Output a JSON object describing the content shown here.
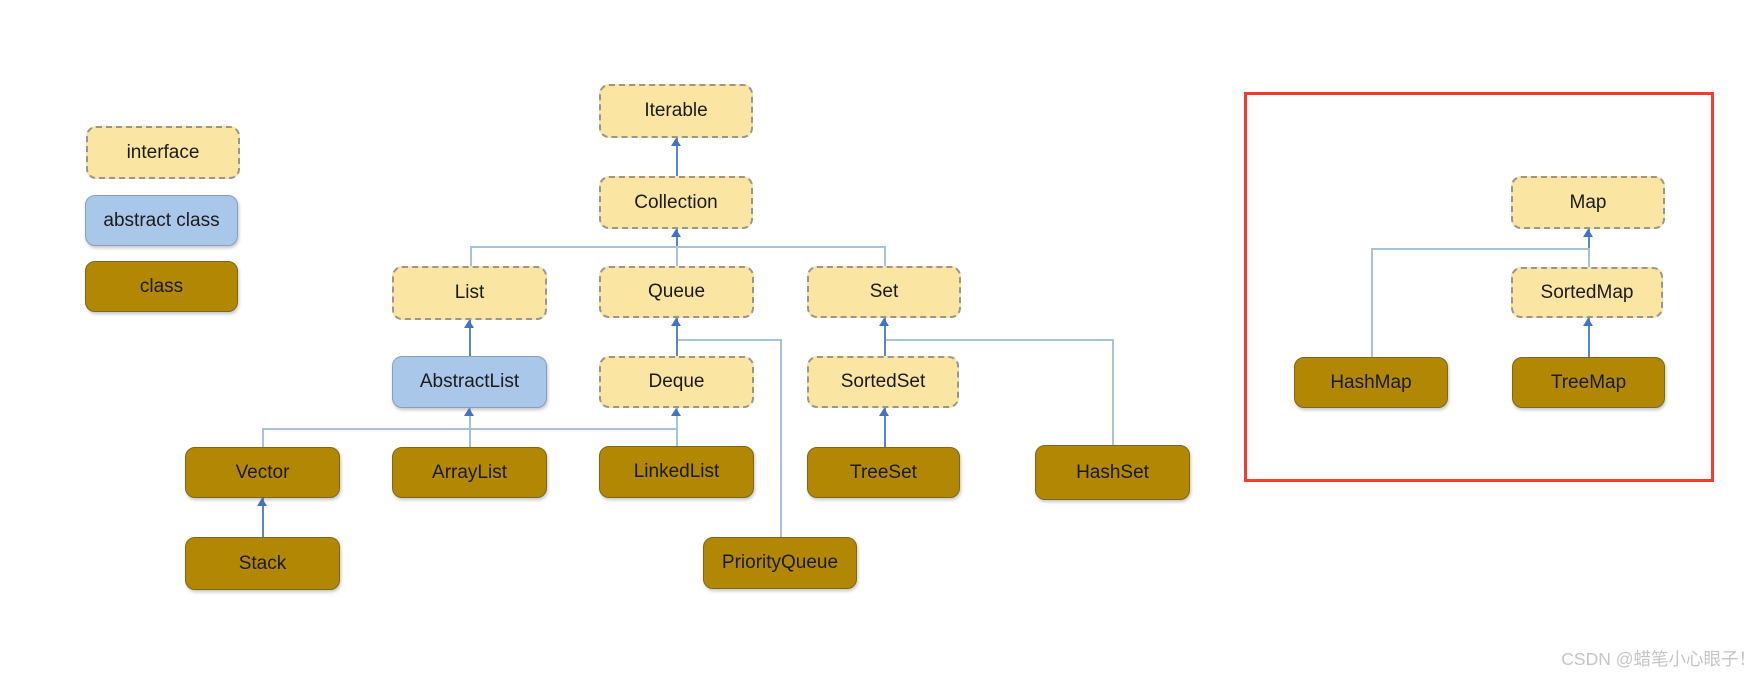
{
  "legend": {
    "items": [
      {
        "label": "interface",
        "kind": "interface"
      },
      {
        "label": "abstract class",
        "kind": "abstract class"
      },
      {
        "label": "class",
        "kind": "class"
      }
    ]
  },
  "diagram": {
    "title_implicit": "Java Collection and Map hierarchy",
    "nodes": {
      "iterable": {
        "label": "Iterable",
        "kind": "interface"
      },
      "collection": {
        "label": "Collection",
        "kind": "interface"
      },
      "list": {
        "label": "List",
        "kind": "interface"
      },
      "queue": {
        "label": "Queue",
        "kind": "interface"
      },
      "set": {
        "label": "Set",
        "kind": "interface"
      },
      "abstractlist": {
        "label": "AbstractList",
        "kind": "abstract class"
      },
      "deque": {
        "label": "Deque",
        "kind": "interface"
      },
      "sortedset": {
        "label": "SortedSet",
        "kind": "interface"
      },
      "vector": {
        "label": "Vector",
        "kind": "class"
      },
      "arraylist": {
        "label": "ArrayList",
        "kind": "class"
      },
      "linkedlist": {
        "label": "LinkedList",
        "kind": "class"
      },
      "treeset": {
        "label": "TreeSet",
        "kind": "class"
      },
      "hashset": {
        "label": "HashSet",
        "kind": "class"
      },
      "stack": {
        "label": "Stack",
        "kind": "class"
      },
      "priorityqueue": {
        "label": "PriorityQueue",
        "kind": "class"
      },
      "map": {
        "label": "Map",
        "kind": "interface"
      },
      "sortedmap": {
        "label": "SortedMap",
        "kind": "interface"
      },
      "hashmap": {
        "label": "HashMap",
        "kind": "class"
      },
      "treemap": {
        "label": "TreeMap",
        "kind": "class"
      }
    },
    "edges": [
      {
        "from": "Collection",
        "to": "Iterable"
      },
      {
        "from": "List",
        "to": "Collection"
      },
      {
        "from": "Queue",
        "to": "Collection"
      },
      {
        "from": "Set",
        "to": "Collection"
      },
      {
        "from": "AbstractList",
        "to": "List"
      },
      {
        "from": "Deque",
        "to": "Queue"
      },
      {
        "from": "SortedSet",
        "to": "Set"
      },
      {
        "from": "Vector",
        "to": "AbstractList"
      },
      {
        "from": "ArrayList",
        "to": "AbstractList"
      },
      {
        "from": "LinkedList",
        "to": "Deque"
      },
      {
        "from": "PriorityQueue",
        "to": "Queue"
      },
      {
        "from": "TreeSet",
        "to": "SortedSet"
      },
      {
        "from": "HashSet",
        "to": "Set"
      },
      {
        "from": "Stack",
        "to": "Vector"
      },
      {
        "from": "SortedMap",
        "to": "Map"
      },
      {
        "from": "HashMap",
        "to": "Map"
      },
      {
        "from": "TreeMap",
        "to": "SortedMap"
      }
    ]
  },
  "watermark": {
    "text": "CSDN @蜡笔小心眼子！"
  },
  "colors": {
    "interface_fill": "#FBE5A3",
    "abstract_fill": "#A9C7E8",
    "class_fill": "#B18704",
    "connector": "#A9C2DC",
    "arrow": "#4472C4",
    "highlight_box": "#F23B31"
  }
}
